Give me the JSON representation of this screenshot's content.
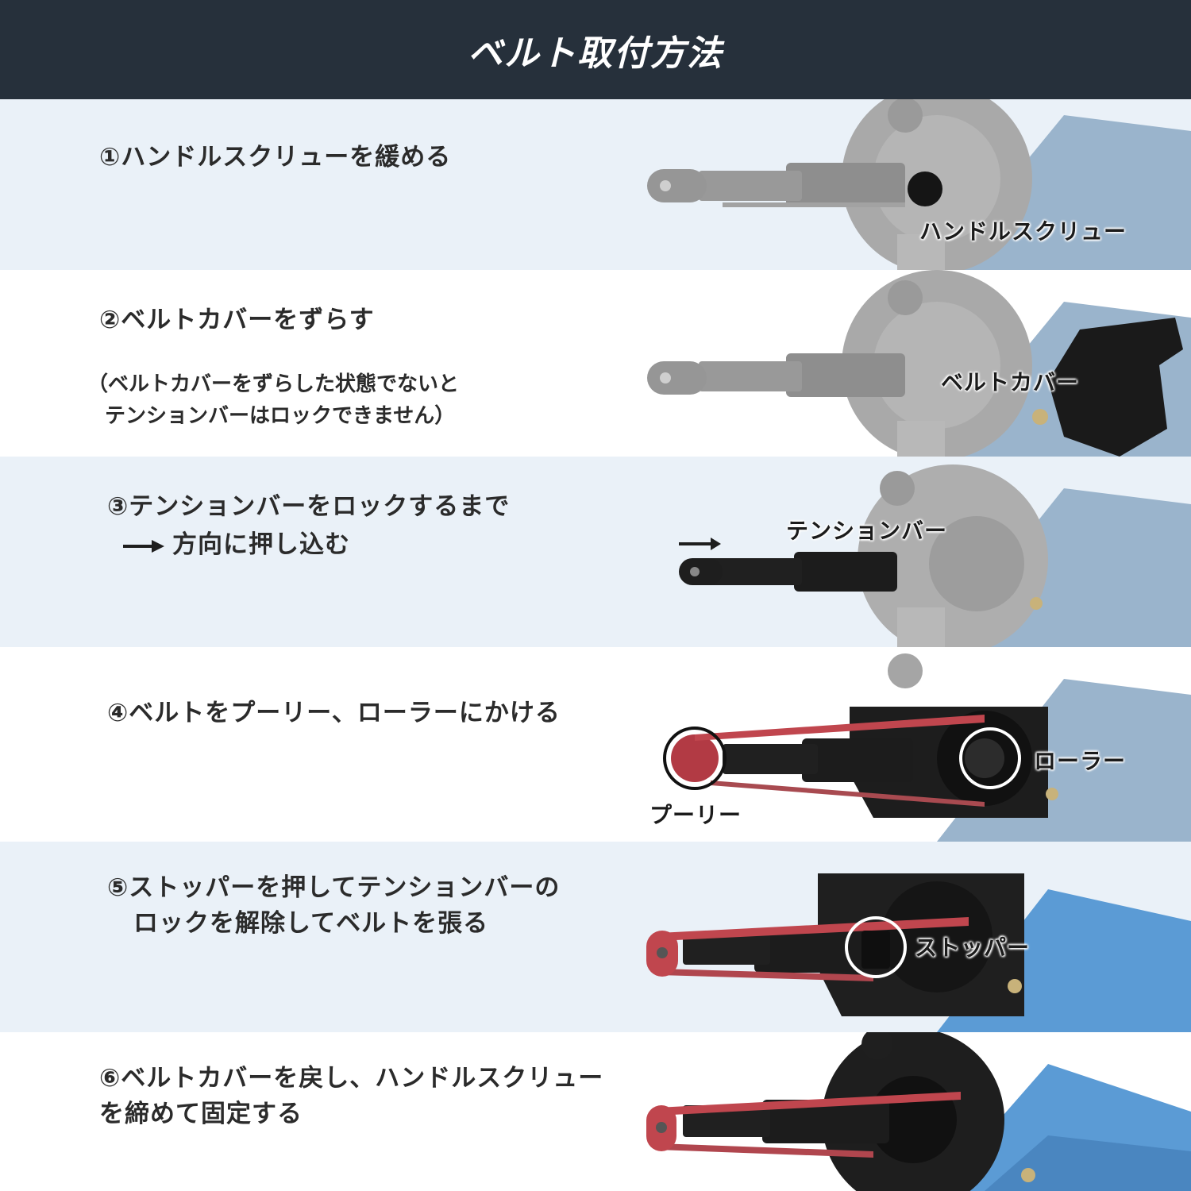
{
  "title": "ベルト取付方法",
  "steps": [
    {
      "line1": "①ハンドルスクリューを緩める",
      "callout": "ハンドルスクリュー"
    },
    {
      "line1": "②ベルトカバーをずらす",
      "note1": "（ベルトカバーをずらした状態でないと",
      "note2": "テンションバーはロックできません）",
      "callout": "ベルトカバー"
    },
    {
      "line1": "③テンションバーをロックするまで",
      "line2": "方向に押し込む",
      "callout": "テンションバー"
    },
    {
      "line1": "④ベルトをプーリー、ローラーにかける",
      "callout_a": "ローラー",
      "callout_b": "プーリー"
    },
    {
      "line1": "⑤ストッパーを押してテンションバーの",
      "line2": "ロックを解除してベルトを張る",
      "callout": "ストッパー"
    },
    {
      "line1": "⑥ベルトカバーを戻し、ハンドルスクリュー",
      "line2": "を締めて固定する"
    }
  ],
  "colors": {
    "header_bg": "#26303b",
    "tint_bg": "#eaf1f8",
    "tool_blue": "#5b9bd5",
    "belt_red": "#c0464e",
    "tool_black": "#1e1e1e"
  }
}
